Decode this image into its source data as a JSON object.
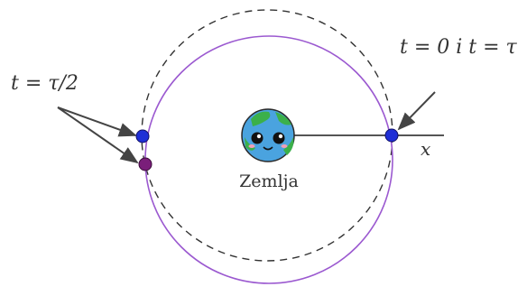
{
  "labels": {
    "t_half": "t = τ/2",
    "t_start": "t = 0 i t = τ",
    "x_axis": "x",
    "earth": "Zemlja"
  },
  "colors": {
    "purple_orbit": "#9b59d0",
    "dashed_orbit": "#333333",
    "blue_point": "#1f2fd6",
    "purple_point": "#7a1e7a",
    "arrow": "#444444"
  },
  "icons": {
    "earth": "kawaii-earth-icon"
  }
}
